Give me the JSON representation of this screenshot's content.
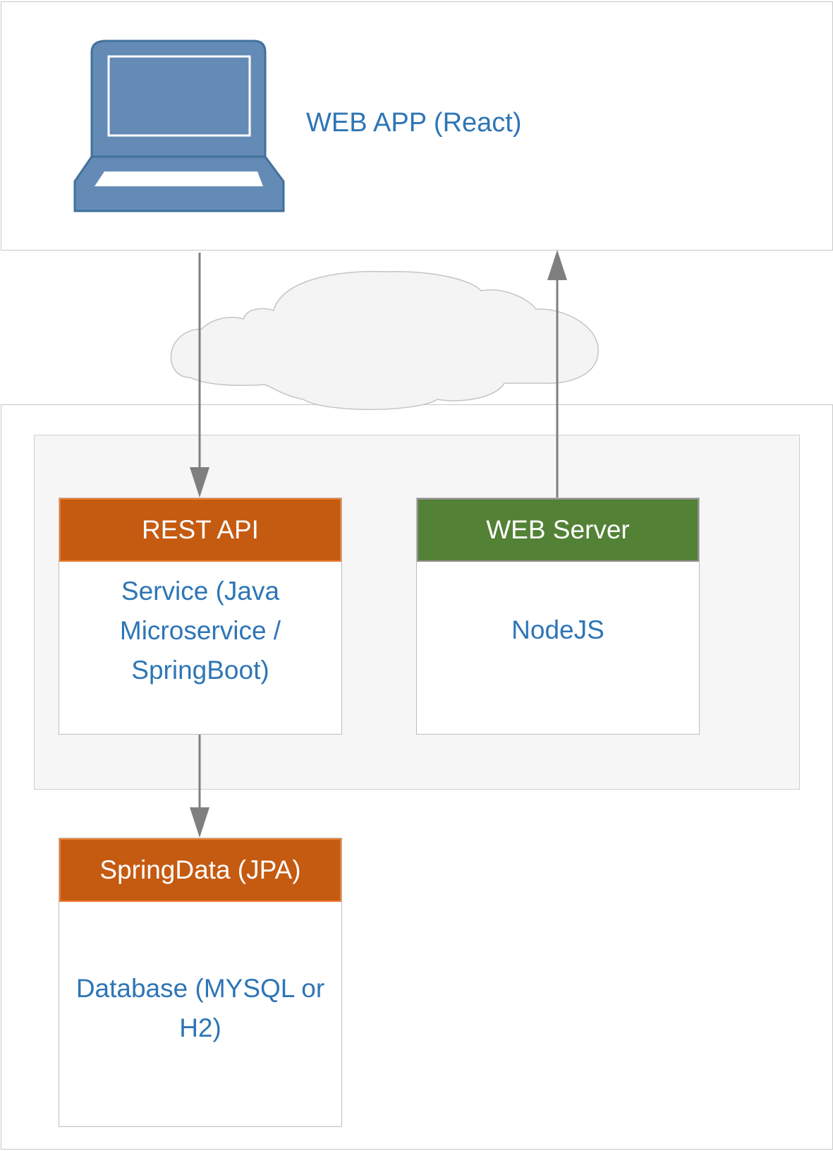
{
  "client": {
    "title": "WEB APP (React)",
    "icon": "laptop-icon"
  },
  "network": {
    "icon": "cloud-icon"
  },
  "boxes": {
    "rest_api": {
      "header": "REST API",
      "body": "Service (Java Microservice / SpringBoot)",
      "header_color": "#c55a11"
    },
    "web_server": {
      "header": "WEB Server",
      "body": "NodeJS",
      "header_color": "#538135"
    },
    "spring_data": {
      "header": "SpringData (JPA)",
      "body": "Database (MYSQL or H2)",
      "header_color": "#c55a11"
    }
  },
  "colors": {
    "text_blue": "#2e75b6",
    "laptop_fill": "#648bb5",
    "arrow": "#7f7f7f",
    "orange_border": "#ed7d31"
  }
}
